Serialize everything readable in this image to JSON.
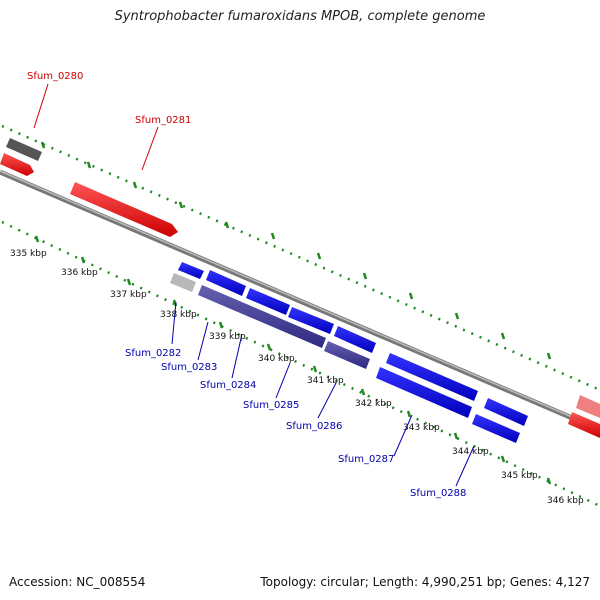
{
  "title": "Syntrophobacter fumaroxidans MPOB, complete genome",
  "footer": {
    "accession": "Accession: NC_008554",
    "summary": "Topology: circular; Length: 4,990,251 bp; Genes: 4,127"
  },
  "colors": {
    "forward_gene": "#ee0000",
    "reverse_gene": "#0000dd",
    "reverse_gene_dark": "#3a3590",
    "label_forward": "#cc0000",
    "label_reverse": "#0000aa",
    "backbone": "#888888",
    "tick": "#228822",
    "gray_gene": "#555555",
    "light_gray_gene": "#b0b0b0"
  },
  "ticks": [
    "335 kbp",
    "336 kbp",
    "337 kbp",
    "338 kbp",
    "339 kbp",
    "340 kbp",
    "341 kbp",
    "342 kbp",
    "343 kbp",
    "344 kbp",
    "345 kbp",
    "346 kbp"
  ],
  "gene_labels": [
    {
      "name": "Sfum_0280",
      "strand": "+"
    },
    {
      "name": "Sfum_0281",
      "strand": "+"
    },
    {
      "name": "Sfum_0282",
      "strand": "-"
    },
    {
      "name": "Sfum_0283",
      "strand": "-"
    },
    {
      "name": "Sfum_0284",
      "strand": "-"
    },
    {
      "name": "Sfum_0285",
      "strand": "-"
    },
    {
      "name": "Sfum_0286",
      "strand": "-"
    },
    {
      "name": "Sfum_0287",
      "strand": "-"
    },
    {
      "name": "Sfum_0288",
      "strand": "-"
    }
  ]
}
